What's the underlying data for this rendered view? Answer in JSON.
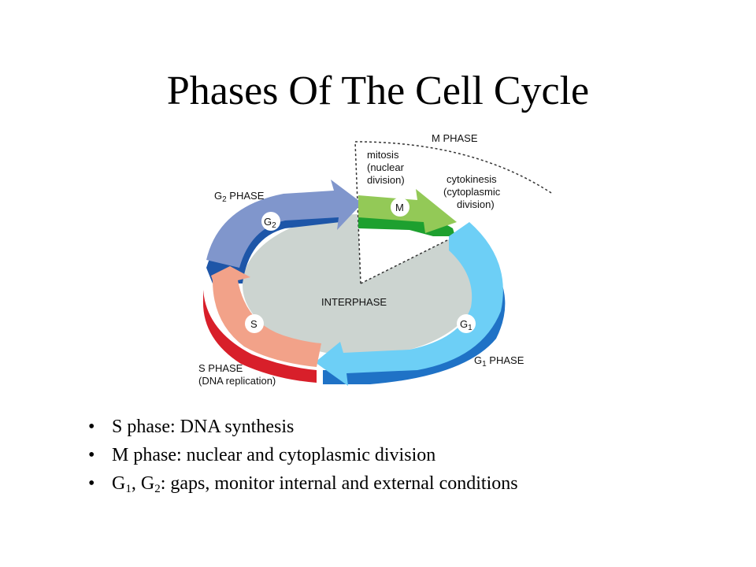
{
  "title": "Phases Of The Cell Cycle",
  "diagram": {
    "m_phase": "M PHASE",
    "mitosis": [
      "mitosis",
      "(nuclear",
      "division)"
    ],
    "cytokinesis": [
      "cytokinesis",
      "(cytoplasmic",
      "division)"
    ],
    "g2_phase_prefix": "G",
    "g2_phase_sub": "2",
    "g2_phase_suffix": " PHASE",
    "g1_phase_prefix": "G",
    "g1_phase_sub": "1",
    "g1_phase_suffix": " PHASE",
    "s_phase": [
      "S PHASE",
      "(DNA replication)"
    ],
    "interphase": "INTERPHASE",
    "tags": {
      "g2": "G",
      "g2_sub": "2",
      "m": "M",
      "s": "S",
      "g1": "G",
      "g1_sub": "1"
    },
    "colors": {
      "m": "#93c957",
      "m_dark": "#1ea02f",
      "g1": "#6dcff6",
      "g1_dark": "#1f72c6",
      "g2": "#8096cc",
      "g2_dark": "#1e56a8",
      "s": "#f2a289",
      "s_dark": "#d81f2a",
      "center": "#ccd4d0"
    }
  },
  "bullets": [
    {
      "text": "S phase: DNA synthesis"
    },
    {
      "text": "M phase: nuclear and cytoplasmic division"
    },
    {
      "g": "G",
      "s1": "1",
      "sep": ", ",
      "g2": "G",
      "s2": "2",
      "rest": ": gaps, monitor internal and external conditions"
    }
  ]
}
